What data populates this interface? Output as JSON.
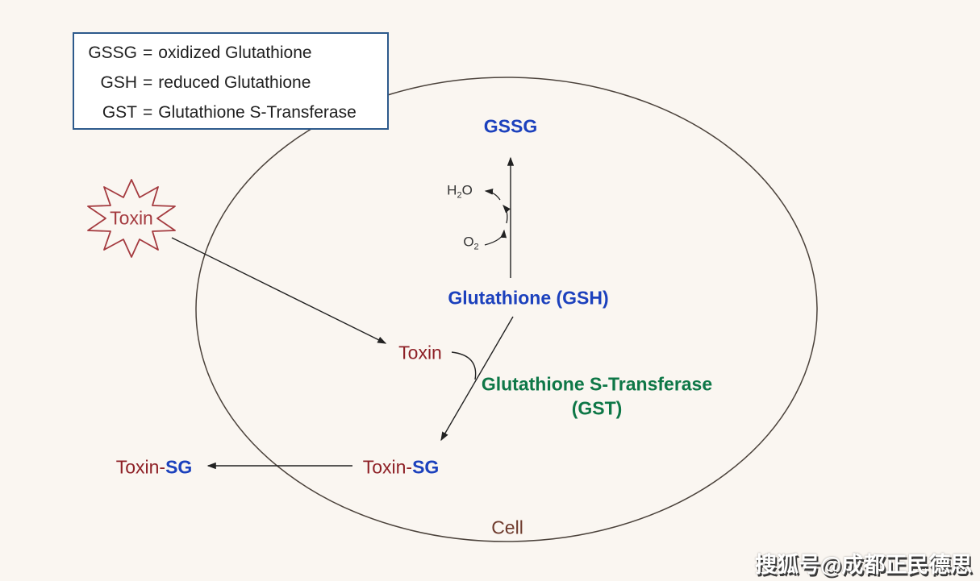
{
  "legend": {
    "rows": [
      {
        "abbr": "GSSG",
        "eq": "=",
        "desc": "oxidized Glutathione"
      },
      {
        "abbr": "GSH",
        "eq": "=",
        "desc": "reduced Glutathione"
      },
      {
        "abbr": "GST",
        "eq": "=",
        "desc": "Glutathione S-Transferase"
      }
    ]
  },
  "labels": {
    "gssg": "GSSG",
    "gsh": "Glutathione (GSH)",
    "gst_line1": "Glutathione S-Transferase",
    "gst_line2": "(GST)",
    "toxin_star": "Toxin",
    "toxin_inner": "Toxin",
    "toxin_sg_inner": {
      "toxin": "Toxin-",
      "sg": "SG"
    },
    "toxin_sg_outer": {
      "toxin": "Toxin-",
      "sg": "SG"
    },
    "cell": "Cell",
    "h2o": {
      "b1": "H",
      "sub": "2",
      "b2": "O"
    },
    "o2": {
      "b": "O",
      "sub": "2"
    }
  },
  "watermark": "搜狐号@成都正民德思",
  "colors": {
    "background": "#faf6f1",
    "blue": "#1c41bd",
    "green": "#0e7747",
    "toxin_star_red": "#a43a3f",
    "dark_red": "#8e2026",
    "cell_brown": "#6d392b",
    "ellipse_stroke": "#4b423b",
    "arrow": "#222222",
    "legend_border": "#2d5a8c",
    "legend_text": "#1f1f1f",
    "watermark_fill": "#ffffff",
    "watermark_shadow": "#3a3a3a"
  }
}
